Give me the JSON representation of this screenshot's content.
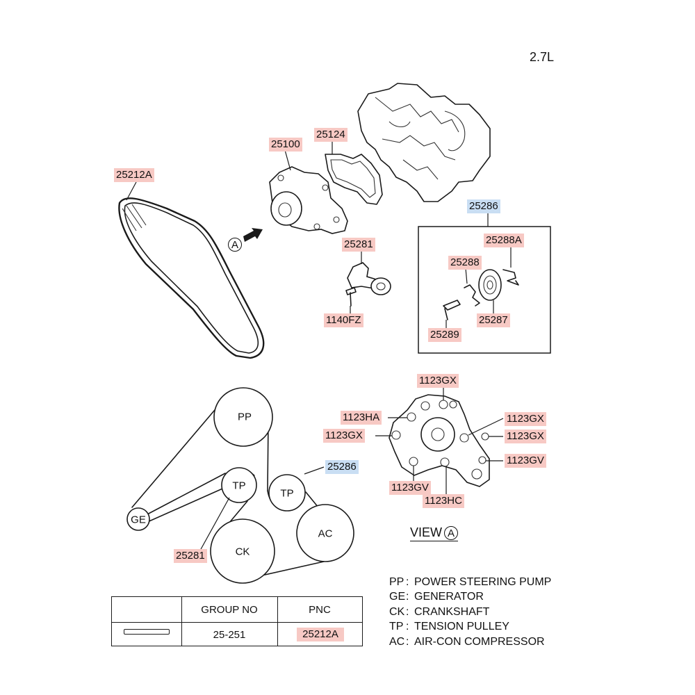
{
  "header": {
    "engine": "2.7L"
  },
  "part_labels": {
    "p25212A": "25212A",
    "p25100": "25100",
    "p25124": "25124",
    "p25286_top": "25286",
    "p25288A": "25288A",
    "p25288": "25288",
    "p25287": "25287",
    "p25289": "25289",
    "p25281_top": "25281",
    "p1140FZ": "1140FZ",
    "p1123GX_a": "1123GX",
    "p1123HA": "1123HA",
    "p1123GX_b": "1123GX",
    "p1123GX_c": "1123GX",
    "p1123GX_d": "1123GX",
    "p1123GV_a": "1123GV",
    "p1123GV_b": "1123GV",
    "p1123HC": "1123HC",
    "p25286_bottom": "25286",
    "p25281_bottom": "25281"
  },
  "view": {
    "text": "VIEW",
    "letter": "A"
  },
  "marker": {
    "letter": "A"
  },
  "pulleys": {
    "pp": "PP",
    "tp_left": "TP",
    "tp_right": "TP",
    "ge": "GE",
    "ck": "CK",
    "ac": "AC"
  },
  "legend": [
    {
      "code": "PP",
      "sep": ":",
      "desc": "POWER STEERING PUMP"
    },
    {
      "code": "GE",
      "sep": ":",
      "desc": "GENERATOR"
    },
    {
      "code": "CK",
      "sep": ":",
      "desc": "CRANKSHAFT"
    },
    {
      "code": "TP",
      "sep": ":",
      "desc": "TENSION PULLEY"
    },
    {
      "code": "AC",
      "sep": ":",
      "desc": "AIR-CON COMPRESSOR"
    }
  ],
  "table": {
    "headers": {
      "group": "GROUP NO",
      "pnc": "PNC"
    },
    "row": {
      "group": "25-251",
      "pnc": "25212A"
    }
  },
  "colors": {
    "part_highlight": "#f7c9c4",
    "assembly_highlight": "#c9def3",
    "line": "#1a1a1a"
  }
}
